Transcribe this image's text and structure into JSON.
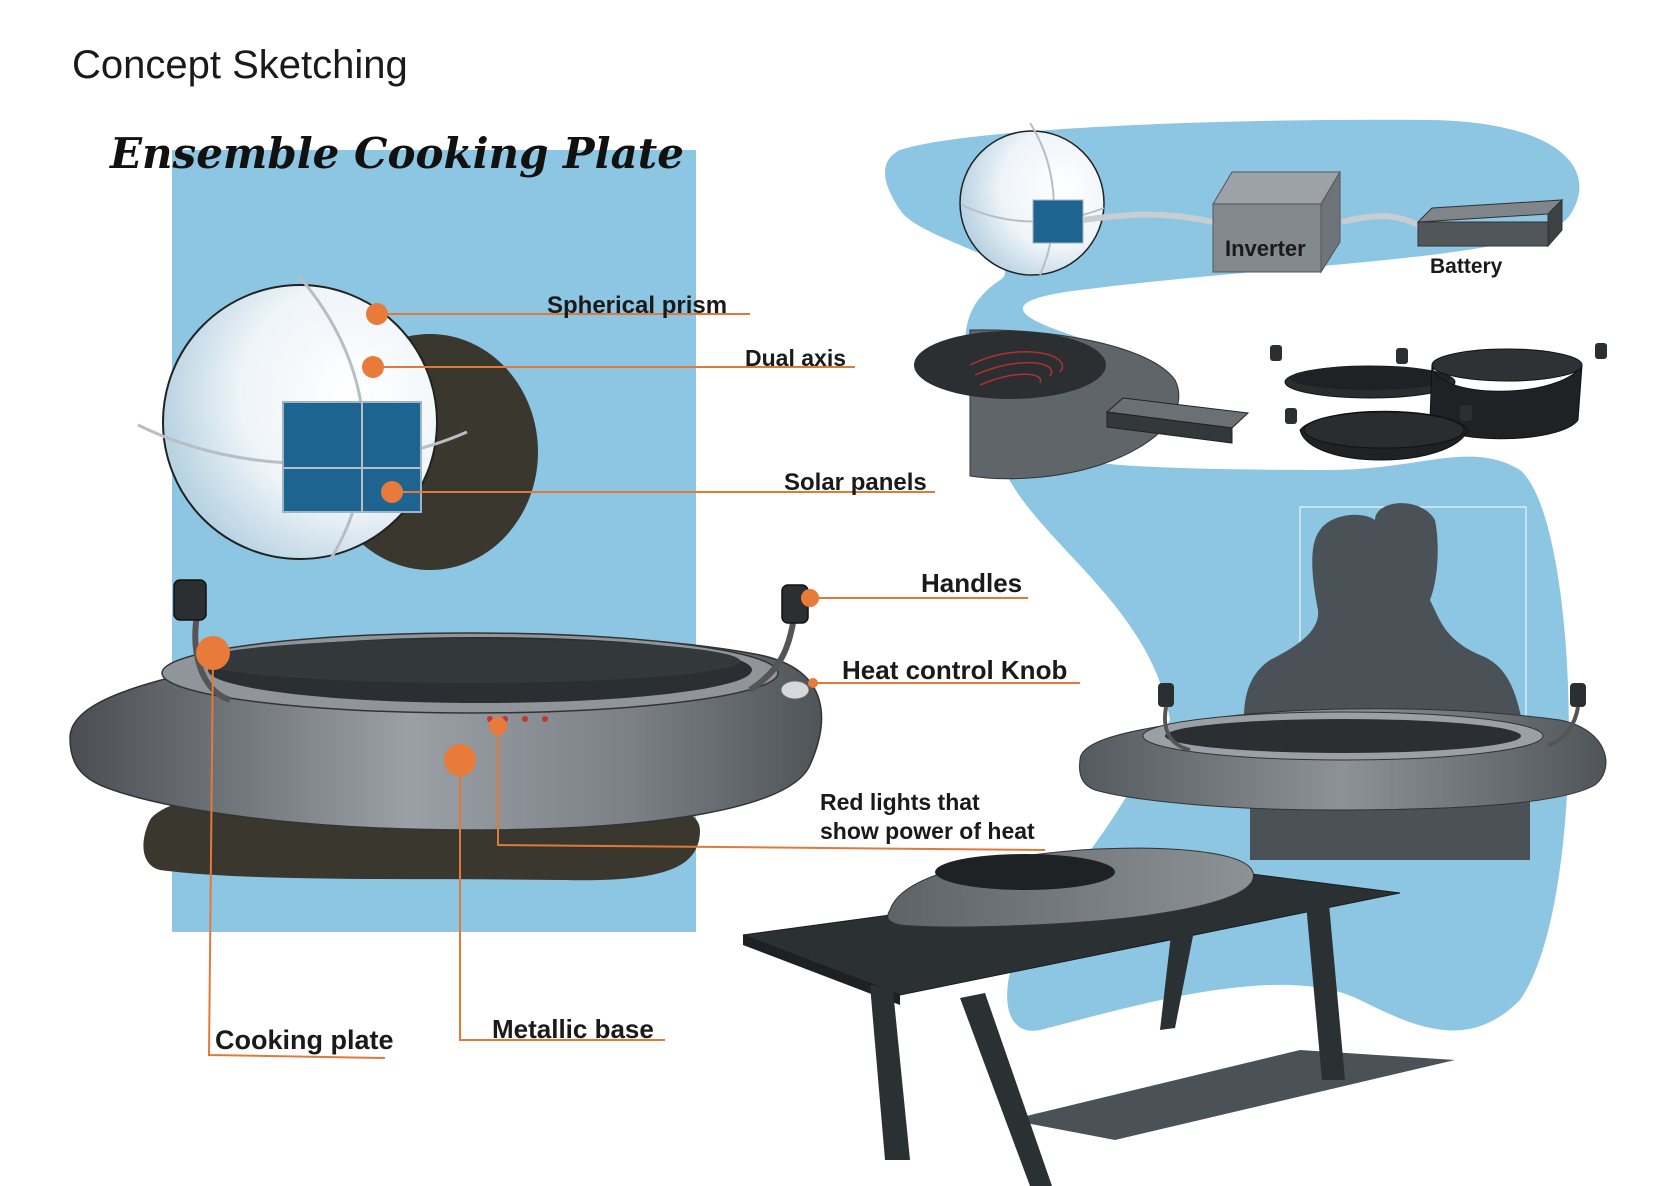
{
  "header": {
    "title": "Concept Sketching",
    "subtitle": "Ensemble Cooking Plate"
  },
  "labels": {
    "spherical_prism": "Spherical prism",
    "dual_axis": "Dual axis",
    "solar_panels": "Solar panels",
    "handles": "Handles",
    "heat_control_knob": "Heat control Knob",
    "red_lights_line1": "Red lights that",
    "red_lights_line2": "show power of heat",
    "cooking_plate": "Cooking plate",
    "metallic_base": "Metallic base",
    "inverter": "Inverter",
    "battery": "Battery"
  },
  "colors": {
    "sky_blue": "#8cc6e2",
    "panel_blue": "#1e6491",
    "dark_shadow": "#3a372e",
    "accent_orange": "#e87a3a",
    "plate_grey": "#6b7176",
    "silhouette": "#4a5257"
  }
}
